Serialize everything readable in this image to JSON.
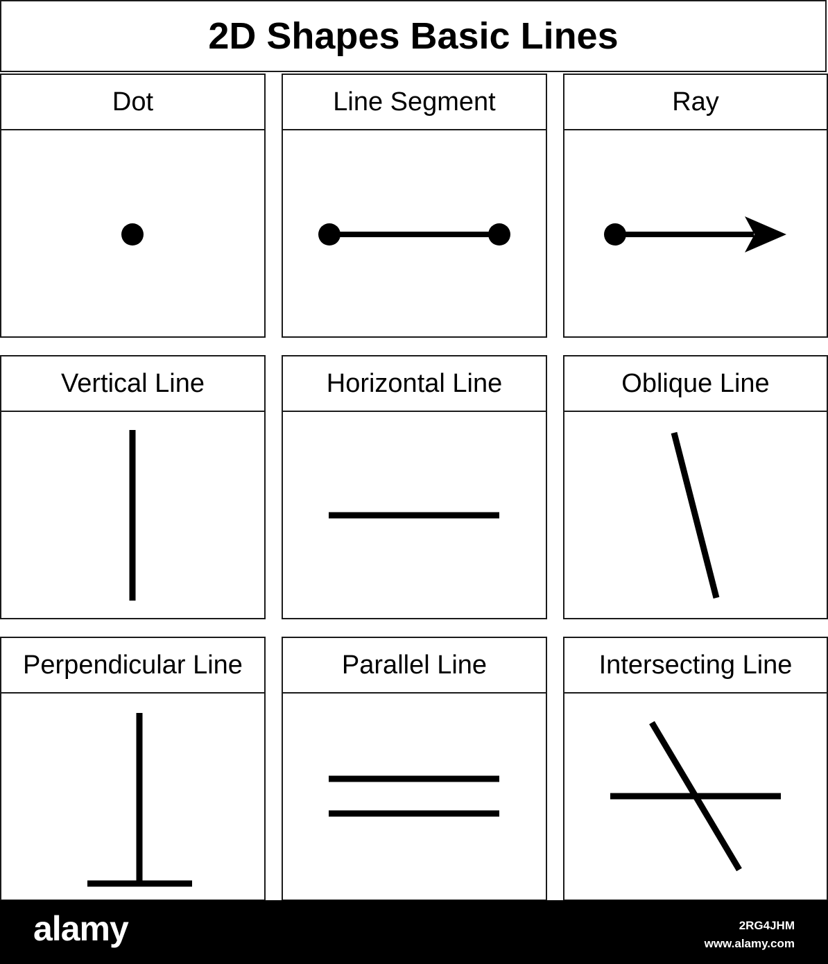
{
  "title": "2D Shapes Basic Lines",
  "cells": [
    {
      "label": "Dot",
      "shape": "dot"
    },
    {
      "label": "Line Segment",
      "shape": "line-segment"
    },
    {
      "label": "Ray",
      "shape": "ray"
    },
    {
      "label": "Vertical Line",
      "shape": "vertical-line"
    },
    {
      "label": "Horizontal Line",
      "shape": "horizontal-line"
    },
    {
      "label": "Oblique Line",
      "shape": "oblique-line"
    },
    {
      "label": "Perpendicular Line",
      "shape": "perpendicular-line"
    },
    {
      "label": "Parallel Line",
      "shape": "parallel-line"
    },
    {
      "label": "Intersecting Line",
      "shape": "intersecting-line"
    }
  ],
  "footer": {
    "brand": "alamy",
    "image_id": "2RG4JHM",
    "site": "www.alamy.com"
  },
  "colors": {
    "ink": "#000000",
    "border": "#1a1a1a",
    "background": "#ffffff",
    "footer": "#000000"
  }
}
